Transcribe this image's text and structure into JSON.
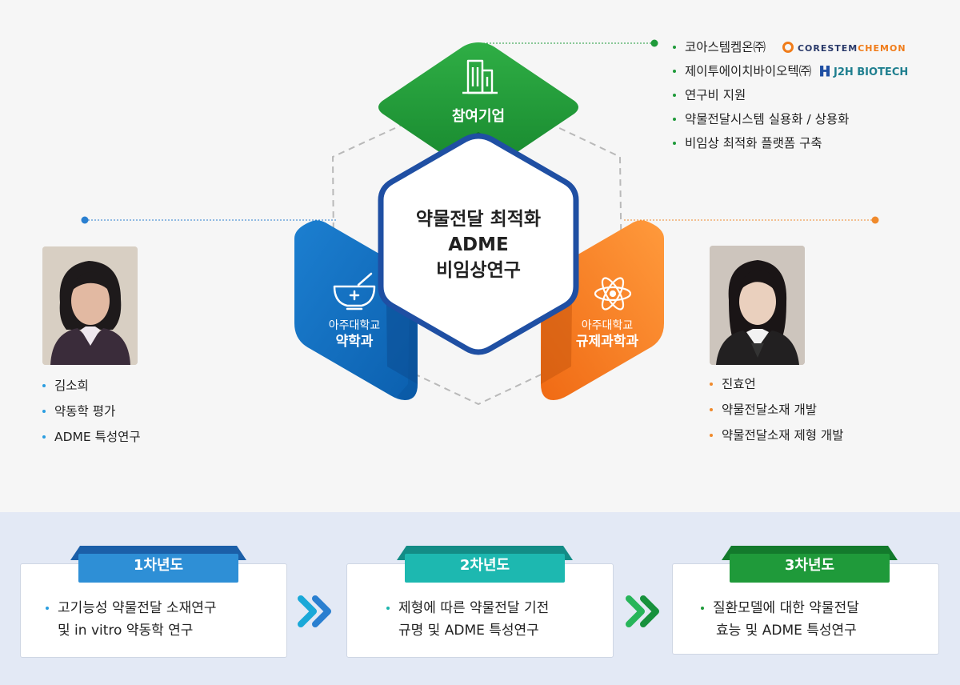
{
  "center": {
    "line1": "약물전달 최적화",
    "line2": "ADME",
    "line3": "비임상연구"
  },
  "top_node": {
    "label": "참여기업",
    "icon": "building-icon",
    "color": "#1f9a3a"
  },
  "left_node": {
    "line1": "아주대학교",
    "line2": "약학과",
    "icon": "mortar-pestle-icon",
    "color": "#1a73c2"
  },
  "right_node": {
    "line1": "아주대학교",
    "line2": "규제과학과",
    "icon": "atom-icon",
    "color": "#f57c22"
  },
  "companies": {
    "items": [
      "코아스템켐온㈜",
      "제이투에이치바이오텍㈜",
      "연구비 지원",
      "약물전달시스템 실용화 / 상용화",
      "비임상 최적화 플랫폼 구축"
    ],
    "logo1": {
      "part1": "CORESTEM",
      "part2": "CHEMON"
    },
    "logo2": {
      "text": "J2H BIOTECH"
    }
  },
  "left_person": {
    "items": [
      "김소희",
      "약동학 평가",
      "ADME 특성연구"
    ]
  },
  "right_person": {
    "items": [
      "진효언",
      "약물전달소재 개발",
      "약물전달소재 제형 개발"
    ]
  },
  "years": [
    {
      "label": "1차년도",
      "line1": "고기능성 약물전달 소재연구",
      "line2": "및 in vitro 약동학 연구",
      "color": "#2e8fd6"
    },
    {
      "label": "2차년도",
      "line1": "제형에 따른 약물전달 기전",
      "line2": "규명 및 ADME 특성연구",
      "color": "#1db8b0"
    },
    {
      "label": "3차년도",
      "line1": "질환모델에 대한 약물전달",
      "line2": "효능 및 ADME 특성연구",
      "color": "#1f9a3a"
    }
  ]
}
